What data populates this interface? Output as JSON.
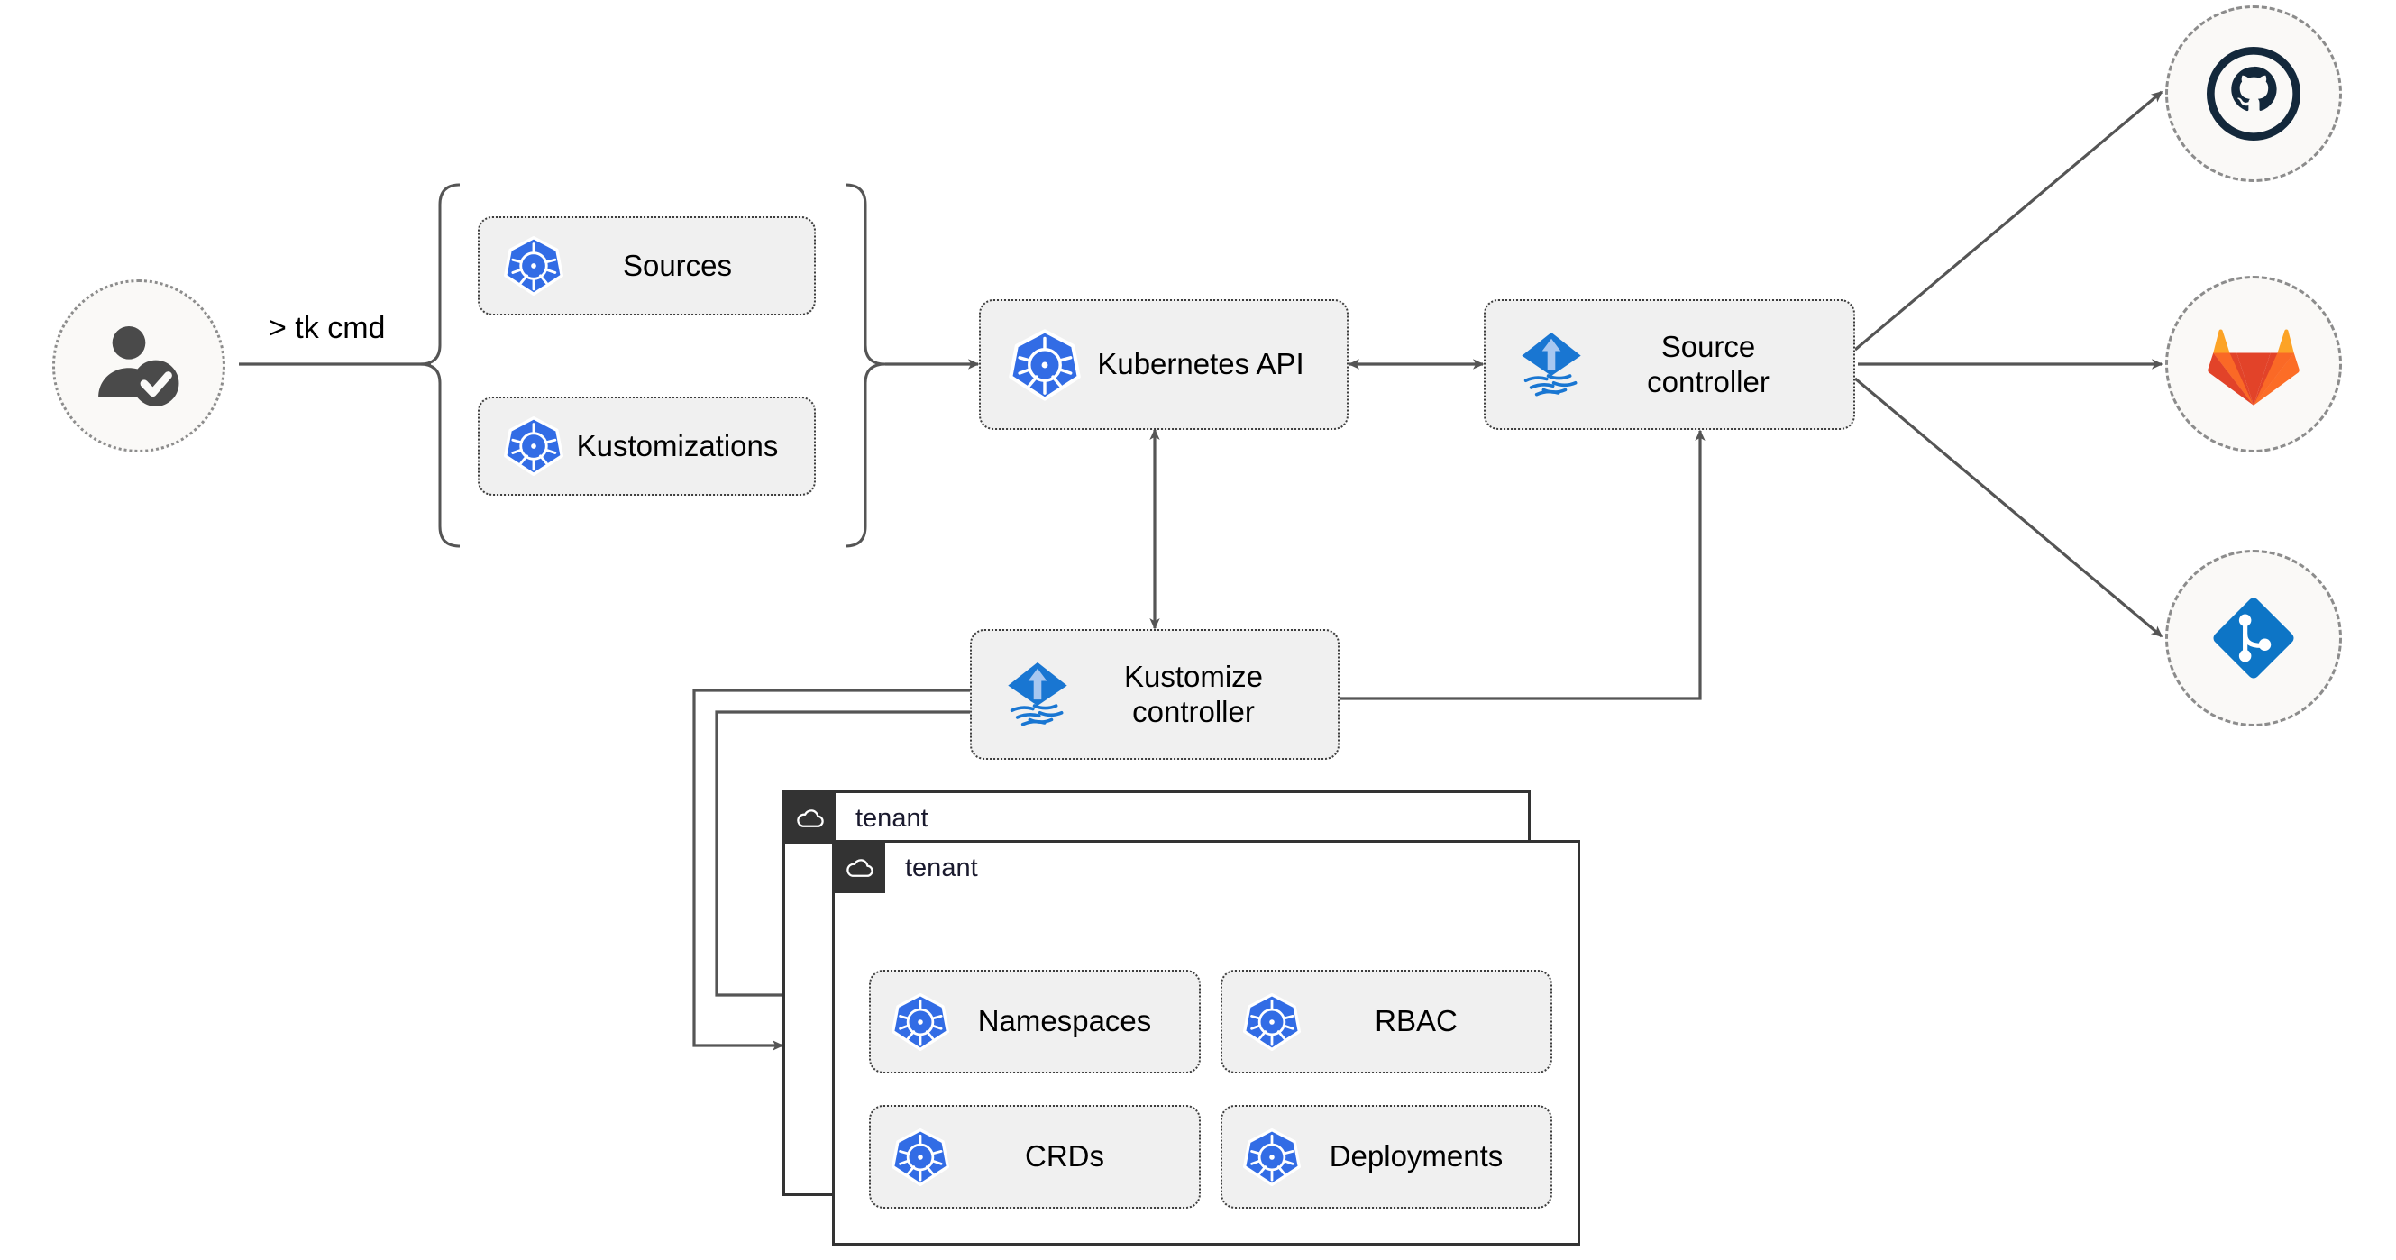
{
  "diagram": {
    "title": "Flux multi-tenancy GitOps architecture",
    "colors": {
      "k8s_blue": "#326ce5",
      "flux_blue": "#1976d2",
      "flux_arrow": "#a8c7f0",
      "github_navy": "#13283b",
      "gitlab_red": "#e24329",
      "gitlab_orange": "#fc6d26",
      "gitlab_amber": "#fca326",
      "azure_blue": "#0d75c6",
      "node_fill": "#f0f0f0",
      "node_border": "#3d3d3d",
      "circle_fill": "#faf9f7",
      "circle_border": "#8c8c8c",
      "tenant_border": "#333333",
      "tenant_badge": "#333333",
      "edge": "#555555"
    }
  },
  "actor": {
    "icon": "user-verified-icon",
    "command_label": "> tk cmd"
  },
  "resource_group": {
    "items": [
      {
        "label": "Sources",
        "icon": "kubernetes-icon"
      },
      {
        "label": "Kustomizations",
        "icon": "kubernetes-icon"
      }
    ]
  },
  "core": {
    "kubernetes_api": {
      "label": "Kubernetes API",
      "icon": "kubernetes-icon"
    },
    "source_controller": {
      "label": "Source\ncontroller",
      "icon": "flux-icon"
    },
    "kustomize_controller": {
      "label": "Kustomize\ncontroller",
      "icon": "flux-icon"
    }
  },
  "git_providers": [
    {
      "name": "github",
      "icon": "github-icon"
    },
    {
      "name": "gitlab",
      "icon": "gitlab-icon"
    },
    {
      "name": "azure-devops",
      "icon": "azure-devops-git-icon"
    }
  ],
  "tenants": [
    {
      "name": "tenant",
      "icon": "cloud-icon",
      "resources": []
    },
    {
      "name": "tenant",
      "icon": "cloud-icon",
      "resources": [
        {
          "label": "Namespaces",
          "icon": "kubernetes-icon"
        },
        {
          "label": "RBAC",
          "icon": "kubernetes-icon"
        },
        {
          "label": "CRDs",
          "icon": "kubernetes-icon"
        },
        {
          "label": "Deployments",
          "icon": "kubernetes-icon"
        }
      ]
    }
  ]
}
